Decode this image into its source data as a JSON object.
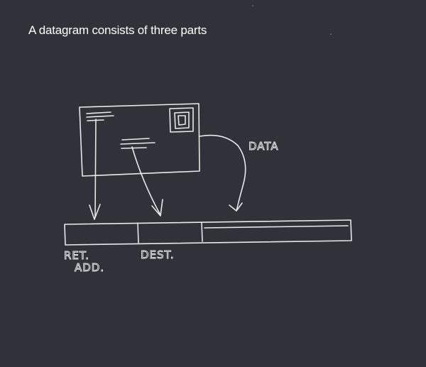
{
  "title": "A datagram consists of three parts",
  "labels": {
    "data": "DATA",
    "return_address_line1": "RET.",
    "return_address_line2": "ADD.",
    "destination": "DEST."
  },
  "colors": {
    "background": "#31313a",
    "ink": "#e8e8e8"
  }
}
